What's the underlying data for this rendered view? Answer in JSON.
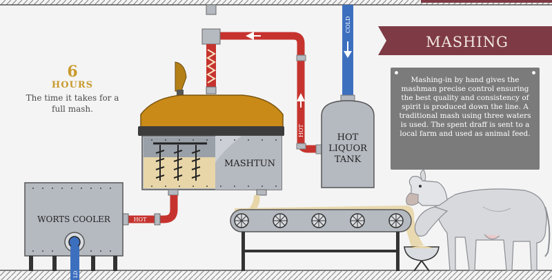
{
  "stat": {
    "value": "6",
    "unit": "HOURS",
    "description": "The time it takes for a full mash."
  },
  "banner": {
    "title": "MASHING"
  },
  "infobox": {
    "text": "Mashing-in by hand gives the mashman precise control ensuring the best quality and consistency of spirit is produced down the line. A traditional mash using three waters is used. The spent draff is sent to a local farm and used as animal feed."
  },
  "labels": {
    "mashtun": "MASHTUN",
    "hot_liquor_tank": [
      "HOT",
      "LIQUOR",
      "TANK"
    ],
    "worts_cooler": "WORTS COOLER",
    "pipe_hot_vertical": "HOT",
    "pipe_hot_horizontal": "HOT",
    "pipe_cold_top": "COLD",
    "pipe_cold_bottom": "LD"
  },
  "colors": {
    "hot_pipe": "#c6332e",
    "cold_pipe": "#3d6fbf",
    "banner": "#7e3b45",
    "lid": "#c98a18",
    "mash": "#e8d6a8",
    "steel": "#b5b9c0"
  }
}
